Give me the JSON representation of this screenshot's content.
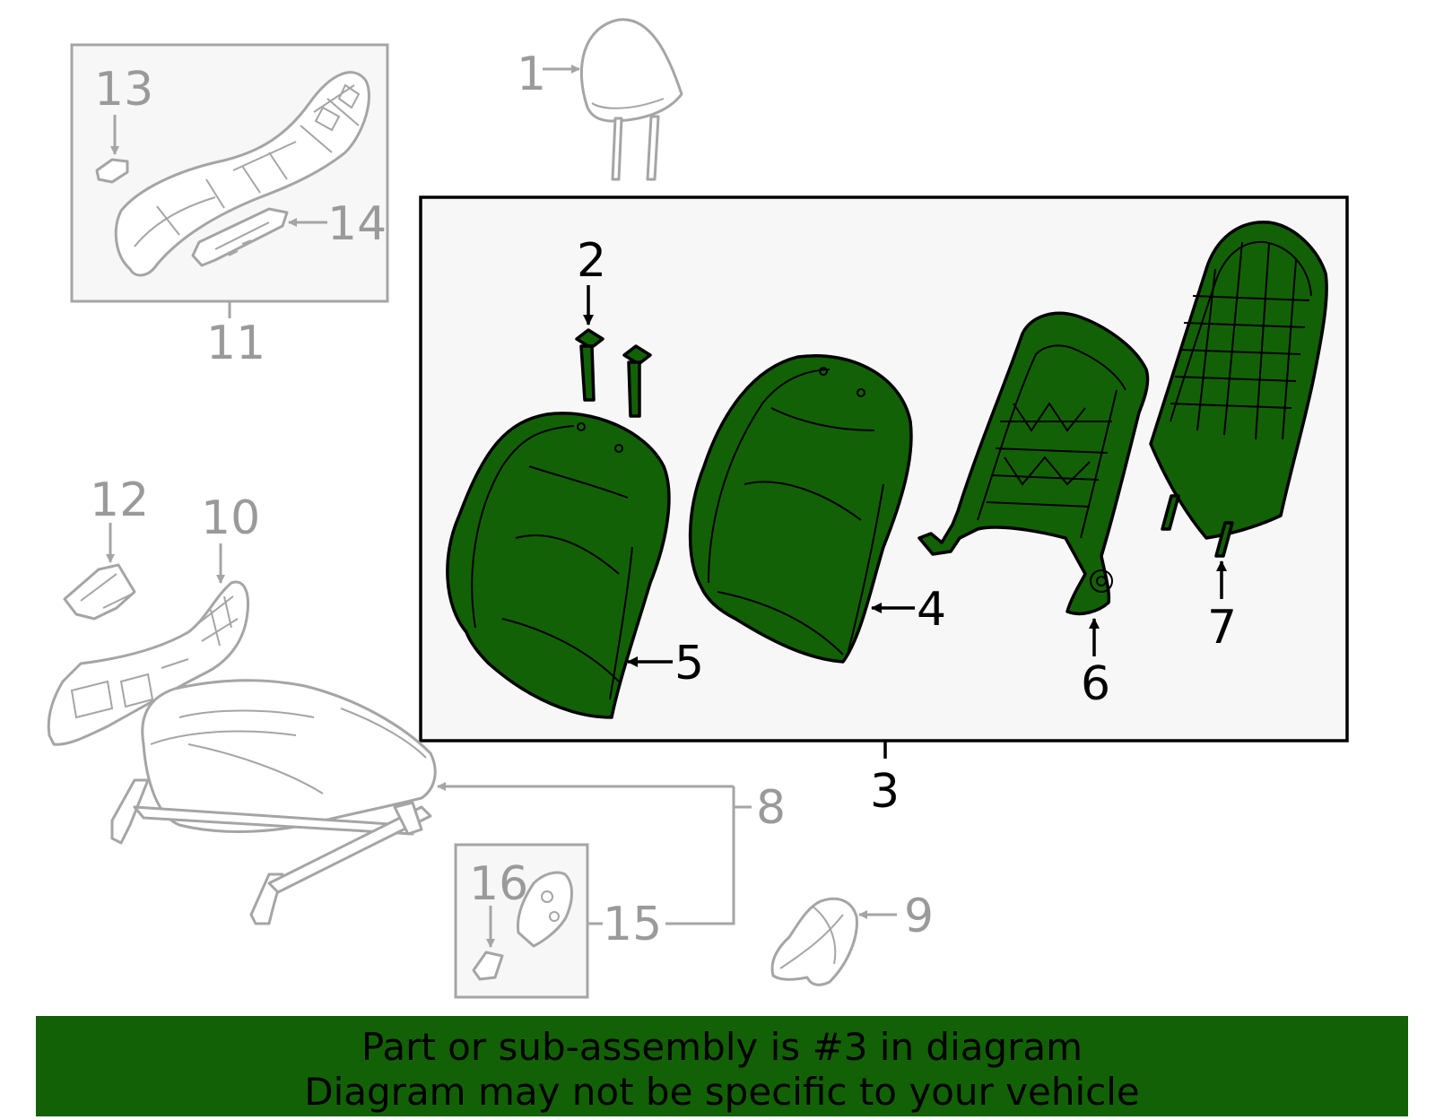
{
  "callouts": {
    "n1": "1",
    "n2": "2",
    "n3": "3",
    "n4": "4",
    "n5": "5",
    "n6": "6",
    "n7": "7",
    "n8": "8",
    "n9": "9",
    "n10": "10",
    "n11": "11",
    "n12": "12",
    "n13": "13",
    "n14": "14",
    "n15": "15",
    "n16": "16"
  },
  "highlight_color": "#136106",
  "banner": {
    "line1": "Part or sub-assembly is #3 in diagram",
    "line2": "Diagram may not be specific to your vehicle"
  }
}
